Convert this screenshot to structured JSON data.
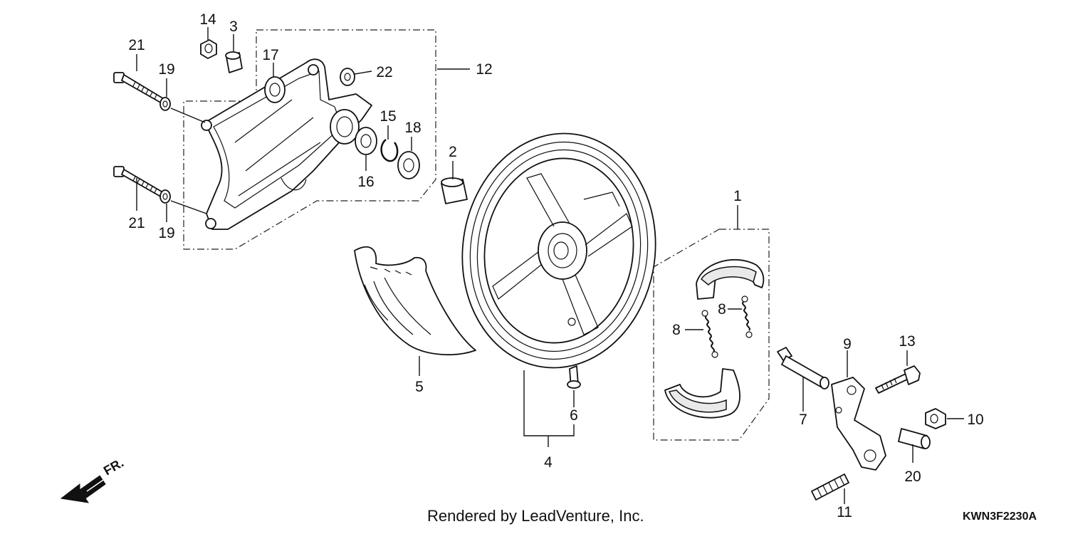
{
  "footer": {
    "credit": "Rendered by LeadVenture, Inc.",
    "diagram_code": "KWN3F2230A"
  },
  "direction": {
    "label": "FR."
  },
  "parts": [
    {
      "id": "p1",
      "label": "1"
    },
    {
      "id": "p2",
      "label": "2"
    },
    {
      "id": "p3",
      "label": "3"
    },
    {
      "id": "p4",
      "label": "4"
    },
    {
      "id": "p5",
      "label": "5"
    },
    {
      "id": "p6",
      "label": "6"
    },
    {
      "id": "p7",
      "label": "7"
    },
    {
      "id": "p8a",
      "label": "8"
    },
    {
      "id": "p8b",
      "label": "8"
    },
    {
      "id": "p9",
      "label": "9"
    },
    {
      "id": "p10",
      "label": "10"
    },
    {
      "id": "p11",
      "label": "11"
    },
    {
      "id": "p12",
      "label": "12"
    },
    {
      "id": "p13",
      "label": "13"
    },
    {
      "id": "p14",
      "label": "14"
    },
    {
      "id": "p15",
      "label": "15"
    },
    {
      "id": "p16",
      "label": "16"
    },
    {
      "id": "p17",
      "label": "17"
    },
    {
      "id": "p18",
      "label": "18"
    },
    {
      "id": "p19a",
      "label": "19"
    },
    {
      "id": "p19b",
      "label": "19"
    },
    {
      "id": "p20",
      "label": "20"
    },
    {
      "id": "p21a",
      "label": "21"
    },
    {
      "id": "p21b",
      "label": "21"
    },
    {
      "id": "p22",
      "label": "22"
    }
  ]
}
